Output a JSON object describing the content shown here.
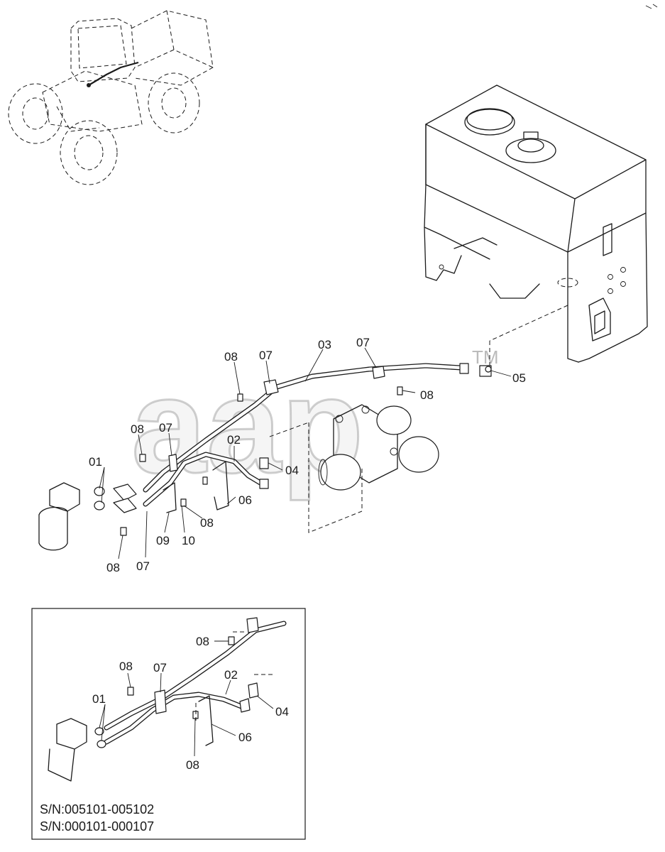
{
  "watermark": {
    "text": "aap",
    "mark": "TM"
  },
  "callouts": {
    "main": [
      {
        "id": "c01",
        "text": "01"
      },
      {
        "id": "c02",
        "text": "02"
      },
      {
        "id": "c03",
        "text": "03"
      },
      {
        "id": "c04",
        "text": "04"
      },
      {
        "id": "c05",
        "text": "05"
      },
      {
        "id": "c06",
        "text": "06"
      },
      {
        "id": "c07a",
        "text": "07"
      },
      {
        "id": "c07b",
        "text": "07"
      },
      {
        "id": "c07c",
        "text": "07"
      },
      {
        "id": "c07d",
        "text": "07"
      },
      {
        "id": "c08a",
        "text": "08"
      },
      {
        "id": "c08b",
        "text": "08"
      },
      {
        "id": "c08c",
        "text": "08"
      },
      {
        "id": "c08d",
        "text": "08"
      },
      {
        "id": "c08e",
        "text": "08"
      },
      {
        "id": "c09",
        "text": "09"
      },
      {
        "id": "c10",
        "text": "10"
      }
    ],
    "inset": [
      {
        "id": "i08a",
        "text": "08"
      },
      {
        "id": "i08b",
        "text": "08"
      },
      {
        "id": "i07",
        "text": "07"
      },
      {
        "id": "i02",
        "text": "02"
      },
      {
        "id": "i01",
        "text": "01"
      },
      {
        "id": "i04",
        "text": "04"
      },
      {
        "id": "i06",
        "text": "06"
      },
      {
        "id": "i08c",
        "text": "08"
      }
    ]
  },
  "inset_serials": [
    "S/N:005101-005102",
    "S/N:000101-000107"
  ]
}
